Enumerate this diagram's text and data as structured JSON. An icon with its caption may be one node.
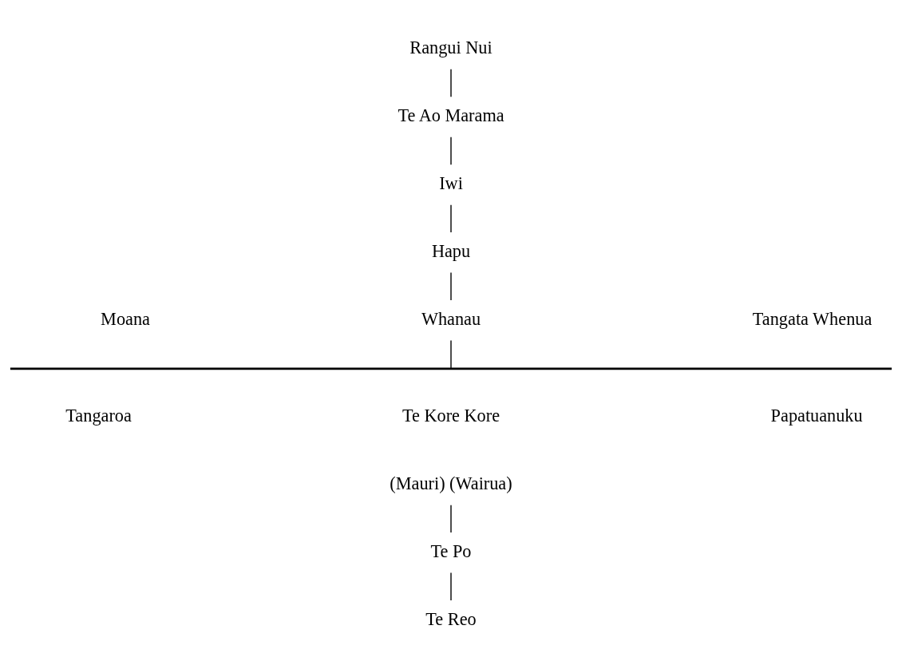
{
  "diagram": {
    "nodes": [
      {
        "text": [
          "Rangui Nui"
        ]
      },
      {
        "text": [
          "Te Ao Marama"
        ]
      },
      {
        "text": [
          "Iwi"
        ]
      },
      {
        "text": [
          "Hapu"
        ]
      },
      {
        "text": [
          "Whanau"
        ]
      },
      {
        "text": [],
        "shape": "bar"
      },
      {
        "text": [
          "Te Kore Kore"
        ]
      },
      {
        "text": [
          "(Mauri) (Wairua)"
        ]
      },
      {
        "text": [
          "Te Po"
        ]
      },
      {
        "text": [
          "Te Reo"
        ]
      }
    ],
    "edges": [
      {
        "from": 0,
        "to": 1,
        "arrow": "none"
      },
      {
        "from": 1,
        "to": 2,
        "arrow": "none"
      },
      {
        "from": 2,
        "to": 3,
        "arrow": "none"
      },
      {
        "from": 3,
        "to": 4,
        "arrow": "none"
      },
      {
        "from": 4,
        "to": 5,
        "arrow": "none"
      },
      {
        "from": 7,
        "to": 8,
        "arrow": "none"
      },
      {
        "from": 8,
        "to": 9,
        "arrow": "none"
      }
    ],
    "labels": [
      "Moana",
      "Tangata Whenua",
      "Tangaroa",
      "Papatuanuku"
    ]
  }
}
